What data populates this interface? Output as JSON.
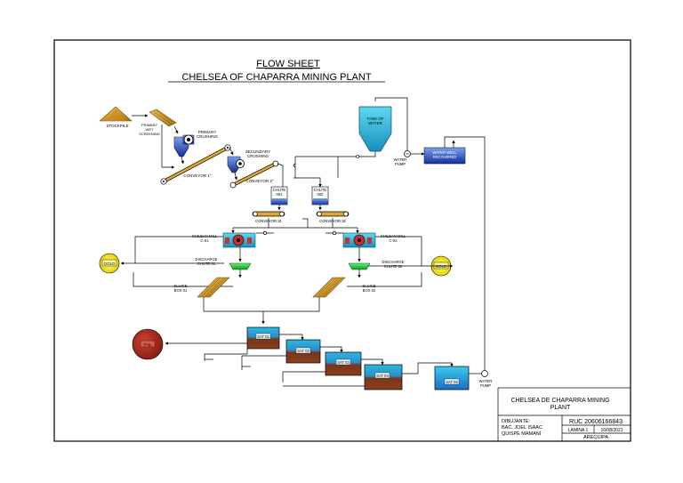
{
  "title": {
    "line1": "FLOW SHEET",
    "line2": "CHELSEA OF CHAPARRA MINING PLANT"
  },
  "labels": {
    "stockpile": "STOCKPILE",
    "primary_wet_1": "PRIMARY",
    "primary_wet_2": "WET",
    "primary_wet_3": "SCREENING",
    "primary_crushing_1": "PRIMARY",
    "primary_crushing_2": "CRUSHING",
    "secondary_crushing_1": "SECUNDARY",
    "secondary_crushing_2": "CRUSHING",
    "conveyor_1": "CONVEYOR 1°",
    "conveyor_2": "CONVEYOR 2°",
    "chute_1_a": "CHUTE",
    "chute_1_b": "001",
    "chute_2_a": "CHUTE",
    "chute_2_b": "002",
    "conveyor_31": "CONVEYOR 31",
    "conveyor_32": "CONVEYOR 32",
    "tank_water_1": "TANK OF",
    "tank_water_2": "WATER",
    "water_pump_top_1": "WATER",
    "water_pump_top_2": "PUMP",
    "water_well_1": "WATER WELL",
    "water_well_2": "RECOVERED",
    "mill_1_a": "CHILEAN MILL",
    "mill_1_b": "C-01",
    "mill_2_a": "CHILEAN MILL",
    "mill_2_b": "C-02",
    "gold_left": "GOLD",
    "gold_right": "GOLD",
    "discharge_1_a": "DISCHARGE",
    "discharge_1_b": "CHUTE 01",
    "discharge_2_a": "DISCHARGE",
    "discharge_2_b": "CHUTE 02",
    "sluice_1_a": "SLUICE",
    "sluice_1_b": "BOX 01",
    "sluice_2_a": "SLUICE",
    "sluice_2_b": "BOX 02",
    "tail": "TAIL",
    "sat_01": "SAT 01",
    "sat_02": "SAT 02",
    "sat_03": "SAT 03",
    "sat_04": "SAT 04",
    "sat_05": "SAT 05",
    "water_pump_bottom_1": "WATER",
    "water_pump_bottom_2": "PUMP"
  },
  "title_block": {
    "name_1": "CHELSEA DE CHAPARRA MINING",
    "name_2": "PLANT",
    "drawer_1": "DIBUJANTE:",
    "drawer_2": "BAC. JOEL ISAAC",
    "drawer_3": "QUISPE MAMANI",
    "ruc": "RUC  20606166843",
    "sheet": "LAMINA 1",
    "date": "16/08/2021",
    "city": "AREQUIPA"
  },
  "colors": {
    "ore": "#d9a032",
    "ore_dark": "#9a6a10",
    "equipment_blue": "#2a4fb8",
    "cyan": "#27b8d8",
    "tank_cyan": "#2cc2e8",
    "mill_red": "#c8322a",
    "gold_yellow": "#f2e600",
    "chute_green": "#1fcf3a",
    "sediment_brown": "#7a3518",
    "tail_red": "#b02a20",
    "line": "#000000"
  }
}
